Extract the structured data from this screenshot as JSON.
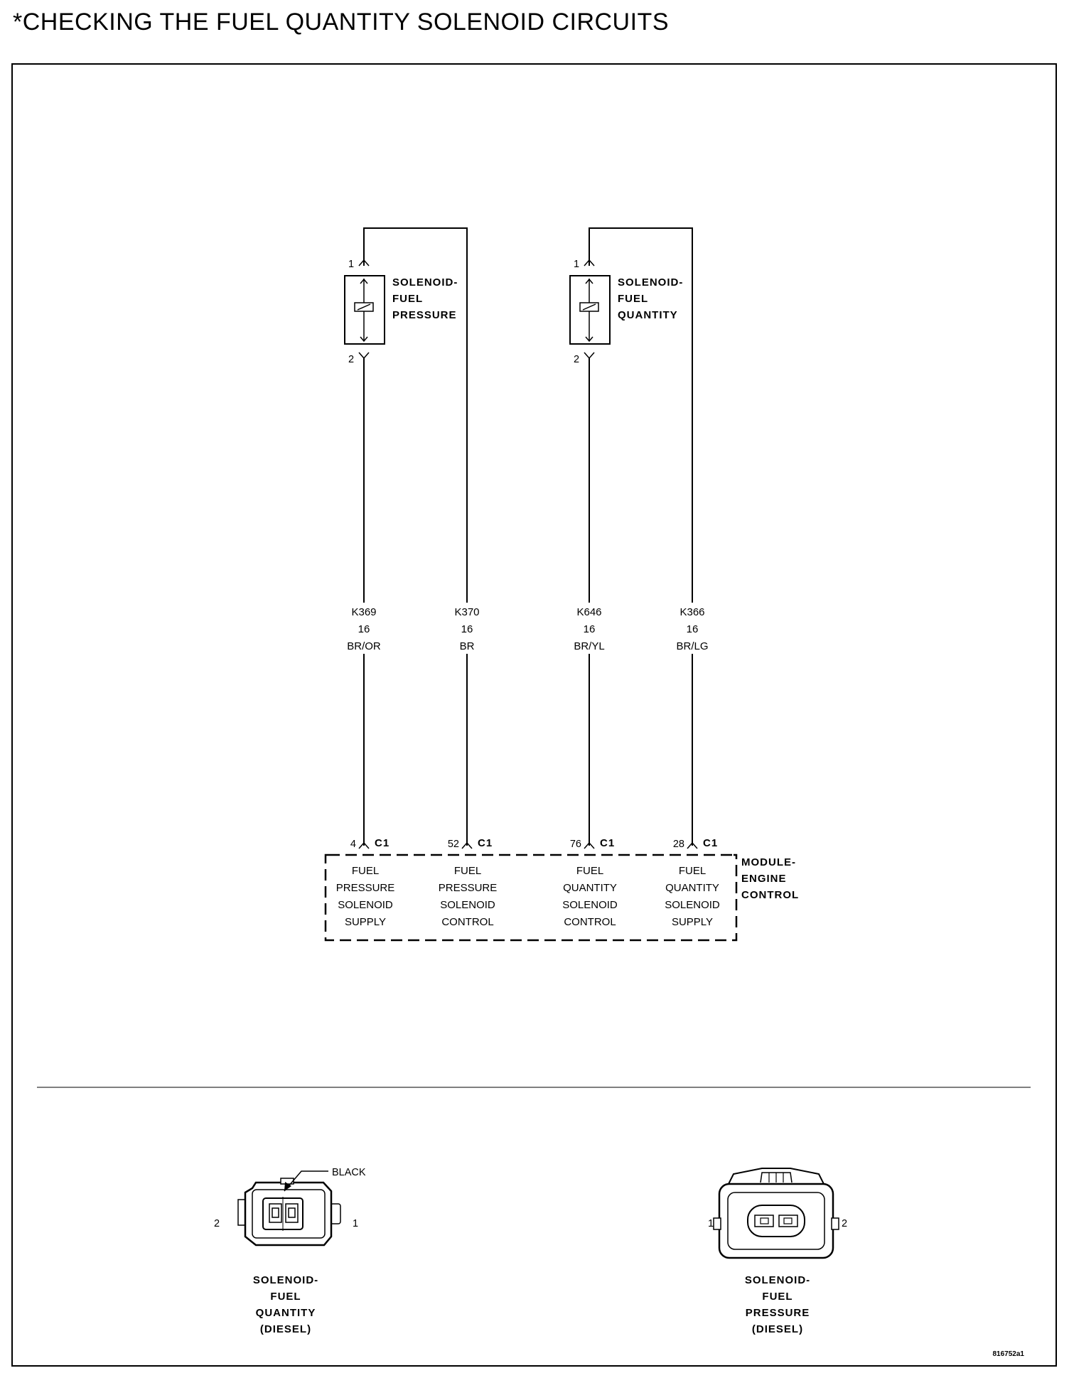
{
  "title": "*CHECKING THE FUEL QUANTITY SOLENOID CIRCUITS",
  "solenoids": [
    {
      "name": [
        "SOLENOID-",
        "FUEL",
        "PRESSURE"
      ],
      "pin_top": "1",
      "pin_bottom": "2"
    },
    {
      "name": [
        "SOLENOID-",
        "FUEL",
        "QUANTITY"
      ],
      "pin_top": "1",
      "pin_bottom": "2"
    }
  ],
  "wires": [
    {
      "circuit": "K369",
      "gauge": "16",
      "color": "BR/OR",
      "pin": "4",
      "connector": "C1",
      "function": [
        "FUEL",
        "PRESSURE",
        "SOLENOID",
        "SUPPLY"
      ]
    },
    {
      "circuit": "K370",
      "gauge": "16",
      "color": "BR",
      "pin": "52",
      "connector": "C1",
      "function": [
        "FUEL",
        "PRESSURE",
        "SOLENOID",
        "CONTROL"
      ]
    },
    {
      "circuit": "K646",
      "gauge": "16",
      "color": "BR/YL",
      "pin": "76",
      "connector": "C1",
      "function": [
        "FUEL",
        "QUANTITY",
        "SOLENOID",
        "CONTROL"
      ]
    },
    {
      "circuit": "K366",
      "gauge": "16",
      "color": "BR/LG",
      "pin": "28",
      "connector": "C1",
      "function": [
        "FUEL",
        "QUANTITY",
        "SOLENOID",
        "SUPPLY"
      ]
    }
  ],
  "module": {
    "name": [
      "MODULE-",
      "ENGINE",
      "CONTROL"
    ]
  },
  "connector_views": [
    {
      "callout": "BLACK",
      "pin_left": "2",
      "pin_right": "1",
      "label": [
        "SOLENOID-",
        "FUEL",
        "QUANTITY",
        "(DIESEL)"
      ]
    },
    {
      "pin_left": "1",
      "pin_right": "2",
      "label": [
        "SOLENOID-",
        "FUEL",
        "PRESSURE",
        "(DIESEL)"
      ]
    }
  ],
  "figure_id": "816752a1"
}
